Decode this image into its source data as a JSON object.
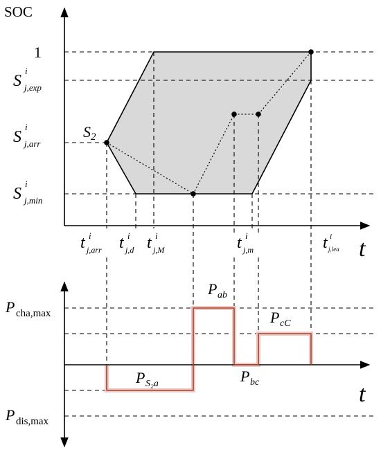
{
  "top_plot": {
    "y_axis_label": "SOC",
    "y_tick_one": "1",
    "x_axis_label": "t",
    "point_label": "S",
    "point_label_sub": "2",
    "y_labels": [
      {
        "base": "S",
        "sup": "i",
        "sub": "j,exp"
      },
      {
        "base": "S",
        "sup": "i",
        "sub": "j,arr"
      },
      {
        "base": "S",
        "sup": "i",
        "sub": "j,min"
      }
    ],
    "x_labels": [
      {
        "base": "t",
        "sup": "i",
        "sub": "j,arr"
      },
      {
        "base": "t",
        "sup": "i",
        "sub": "j,d"
      },
      {
        "base": "t",
        "sup": "i",
        "sub": "j,M"
      },
      {
        "base": "t",
        "sup": "i",
        "sub": "j,m"
      },
      {
        "base": "t",
        "sup": "i",
        "sub": "j,lea"
      }
    ]
  },
  "bottom_plot": {
    "x_axis_label": "t",
    "y_labels": [
      {
        "base": "P",
        "sub": "cha,max"
      },
      {
        "base": "P",
        "sub": "dis,max"
      }
    ],
    "power_labels": [
      {
        "base": "P",
        "sub": "ab"
      },
      {
        "base": "P",
        "sub": "cC"
      },
      {
        "base": "P",
        "sub": "S₂a"
      },
      {
        "base": "P",
        "sub": "bc"
      }
    ]
  },
  "colors": {
    "region_fill": "#d9d9d9",
    "power_line": "#9a4a2a",
    "power_glow": "#f4c6c6"
  }
}
